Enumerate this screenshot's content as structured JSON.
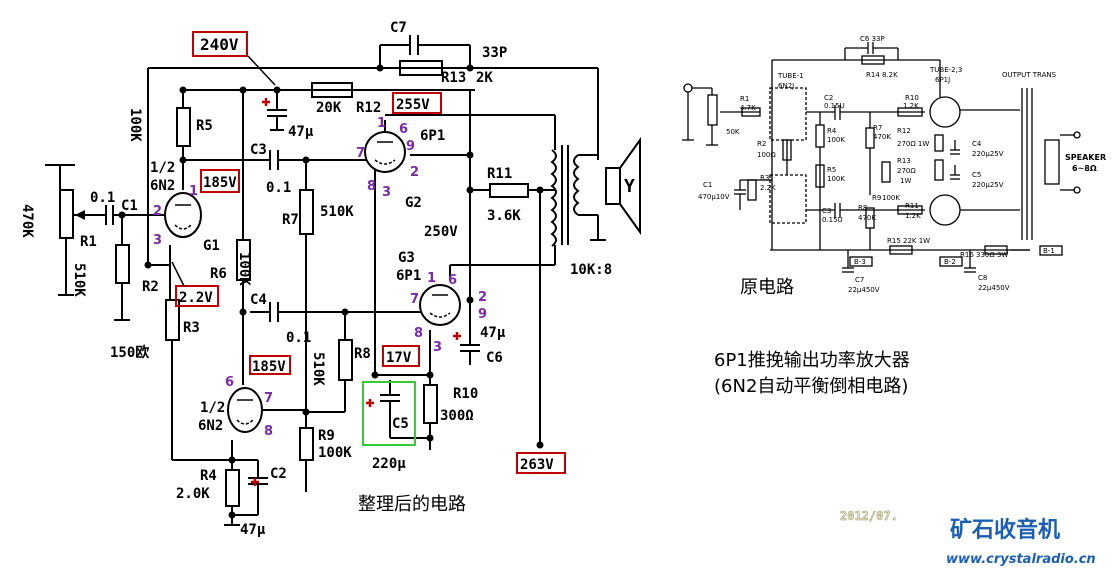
{
  "left_schematic": {
    "caption": "整理后的电路",
    "voltages": {
      "v240": "240V",
      "v255": "255V",
      "v185a": "185V",
      "v22": "2.2V",
      "v185b": "185V",
      "v17": "17V",
      "v263": "263V"
    },
    "labels": {
      "c7": "C7",
      "c7_val": "33P",
      "r13": "R13",
      "r13_val": "2K",
      "r12_val": "20K",
      "r12": "R12",
      "c_47u_top": "47μ",
      "r5_val": "100K",
      "r5": "R5",
      "c3": "C3",
      "c3_val": "0.1",
      "v1_a": "1/2",
      "v1_b": "6N2",
      "g1": "G1",
      "c1_val": "0.1",
      "c1": "C1",
      "r1_val": "470K",
      "r1": "R1",
      "r2_val": "510K",
      "r2": "R2",
      "r3": "R3",
      "r3_val": "150欧",
      "r6": "R6",
      "r6_val": "100K",
      "r7": "R7",
      "r7_val": "510K",
      "c4": "C4",
      "c4_val": "0.1",
      "r8": "R8",
      "r8_val": "510K",
      "v2_a": "1/2",
      "v2_b": "6N2",
      "r9": "R9",
      "r9_val": "100K",
      "r4": "R4",
      "r4_val": "2.0K",
      "c2": "C2",
      "c2_val": "47μ",
      "g2_tube": "6P1",
      "g2": "G2",
      "g3": "G3",
      "g3_tube": "6P1",
      "r11": "R11",
      "r11_val": "3.6K",
      "v250": "250V",
      "c6_val": "47μ",
      "c6": "C6",
      "c5": "C5",
      "c5_val": "220μ",
      "r10": "R10",
      "r10_val": "300Ω",
      "trans": "10K:8",
      "spk": "Y"
    },
    "pins": {
      "g1_1": "1",
      "g1_2": "2",
      "g1_3": "3",
      "g2_1": "1",
      "g2_6": "6",
      "g2_7": "7",
      "g2_9": "9",
      "g2_8": "8",
      "g2_3": "3",
      "g2_2": "2",
      "g3_1": "1",
      "g3_6": "6",
      "g3_7": "7",
      "g3_8": "8",
      "g3_3": "3",
      "g3_2": "2",
      "g3_9": "9",
      "v2_6": "6",
      "v2_7": "7",
      "v2_8": "8"
    }
  },
  "right_schematic": {
    "caption": "原电路",
    "title_line1": "6P1推挽输出功率放大器",
    "title_line2": "(6N2自动平衡倒相电路)",
    "labels": {
      "c6": "C6 33P",
      "r14": "R14 8.2K",
      "tube1": "TUBE-1",
      "tube1_type": "6N2J",
      "tube23": "TUBE-2,3",
      "tube23_type": "6P1J",
      "output": "OUTPUT TRANS",
      "r1": "R1",
      "r1_val": "4.7K",
      "r1_pot": "50K",
      "c2": "C2",
      "c2_val": "0.15U",
      "r4": "R4",
      "r4_val": "100K",
      "r10": "R10",
      "r10_val": "1.2K",
      "r7": "R7",
      "r7_val": "470K",
      "r12": "R12",
      "r12_val": "270Ω 1W",
      "r2": "R2",
      "r2_val": "100Ω",
      "r3": "R3",
      "r3_val": "2.2K",
      "c1": "C1",
      "c1_val": "470μ10V",
      "r5": "R5",
      "r5_val": "100K",
      "r13": "R13",
      "r13_val": "270Ω",
      "r13_w": "1W",
      "c3": "C3",
      "c3_val": "0.15U",
      "r8": "R8",
      "r8_val": "470K",
      "r9": "R9",
      "r9_val": "100K",
      "r11": "R11",
      "r11_val": "1.2K",
      "c4": "C4",
      "c4_val": "220μ25V",
      "c5": "C5",
      "c5_val": "220μ25V",
      "speaker": "SPEAKER",
      "speaker_val": "6~8Ω",
      "r15": "R15 22K  1W",
      "r16": "R16 330Ω 3W",
      "b1": "B-1",
      "b2": "B-2",
      "b3": "B-3",
      "c7": "C7",
      "c7_val": "22μ450V",
      "c8": "C8",
      "c8_val": "22μ450V"
    }
  },
  "watermark": {
    "date": "2012/07.",
    "site": "矿石收音机",
    "url": "www.crystalradio.cn"
  },
  "colors": {
    "box_red": "#c00000",
    "box_green": "#33cc33",
    "pin_purple": "#7a2aa8",
    "brand_blue": "#1a5fb4"
  }
}
